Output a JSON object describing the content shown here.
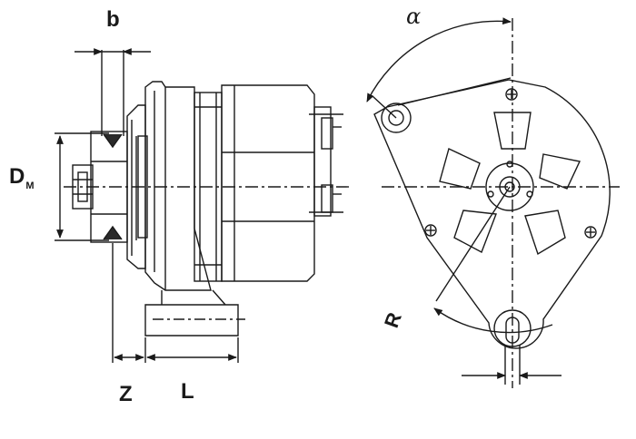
{
  "labels": {
    "b": "b",
    "d_main": "D",
    "d_sub": "M",
    "z": "Z",
    "l": "L",
    "alpha": "α",
    "r": "R"
  },
  "colors": {
    "line": "#1a1a1a",
    "fill_dark": "#2a2a2a",
    "background": "#ffffff"
  }
}
